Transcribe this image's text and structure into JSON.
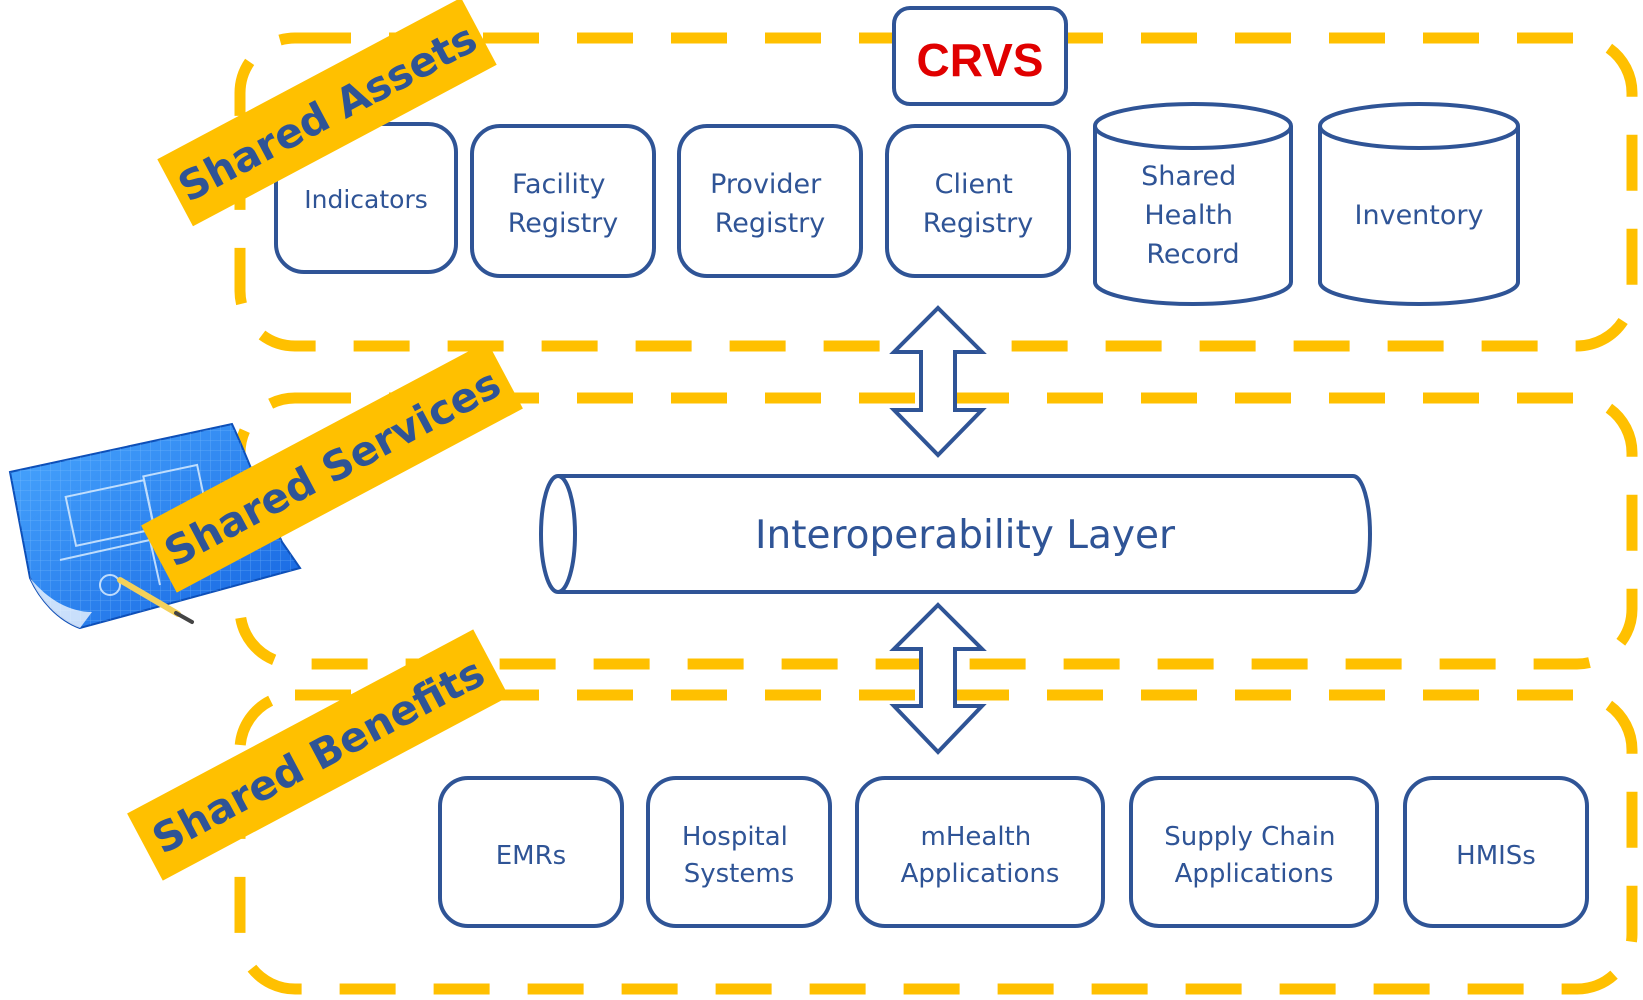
{
  "colors": {
    "dash": "#ffc000",
    "stroke": "#2f5496",
    "text": "#2f5496",
    "crvs": "#e00000",
    "banner": "#ffc000"
  },
  "layers": {
    "assets": {
      "label": "Shared Assets",
      "crvs": "CRVS",
      "items": [
        {
          "name": "indicators",
          "lines": [
            "Indicators"
          ]
        },
        {
          "name": "facility-registry",
          "lines": [
            "Facility",
            "Registry"
          ]
        },
        {
          "name": "provider-registry",
          "lines": [
            "Provider",
            "Registry"
          ]
        },
        {
          "name": "client-registry",
          "lines": [
            "Client",
            "Registry"
          ]
        },
        {
          "name": "shared-health-record",
          "lines": [
            "Shared",
            "Health",
            "Record"
          ]
        },
        {
          "name": "inventory",
          "lines": [
            "Inventory"
          ]
        }
      ]
    },
    "services": {
      "label": "Shared Services",
      "pipe": "Interoperability Layer",
      "icon": "blueprint-icon"
    },
    "benefits": {
      "label": "Shared Benefits",
      "items": [
        {
          "name": "emrs",
          "lines": [
            "EMRs"
          ]
        },
        {
          "name": "hospital-systems",
          "lines": [
            "Hospital",
            "Systems"
          ]
        },
        {
          "name": "mhealth-applications",
          "lines": [
            "mHealth",
            "Applications"
          ]
        },
        {
          "name": "supply-chain-applications",
          "lines": [
            "Supply Chain",
            "Applications"
          ]
        },
        {
          "name": "hmiss",
          "lines": [
            "HMISs"
          ]
        }
      ]
    }
  }
}
